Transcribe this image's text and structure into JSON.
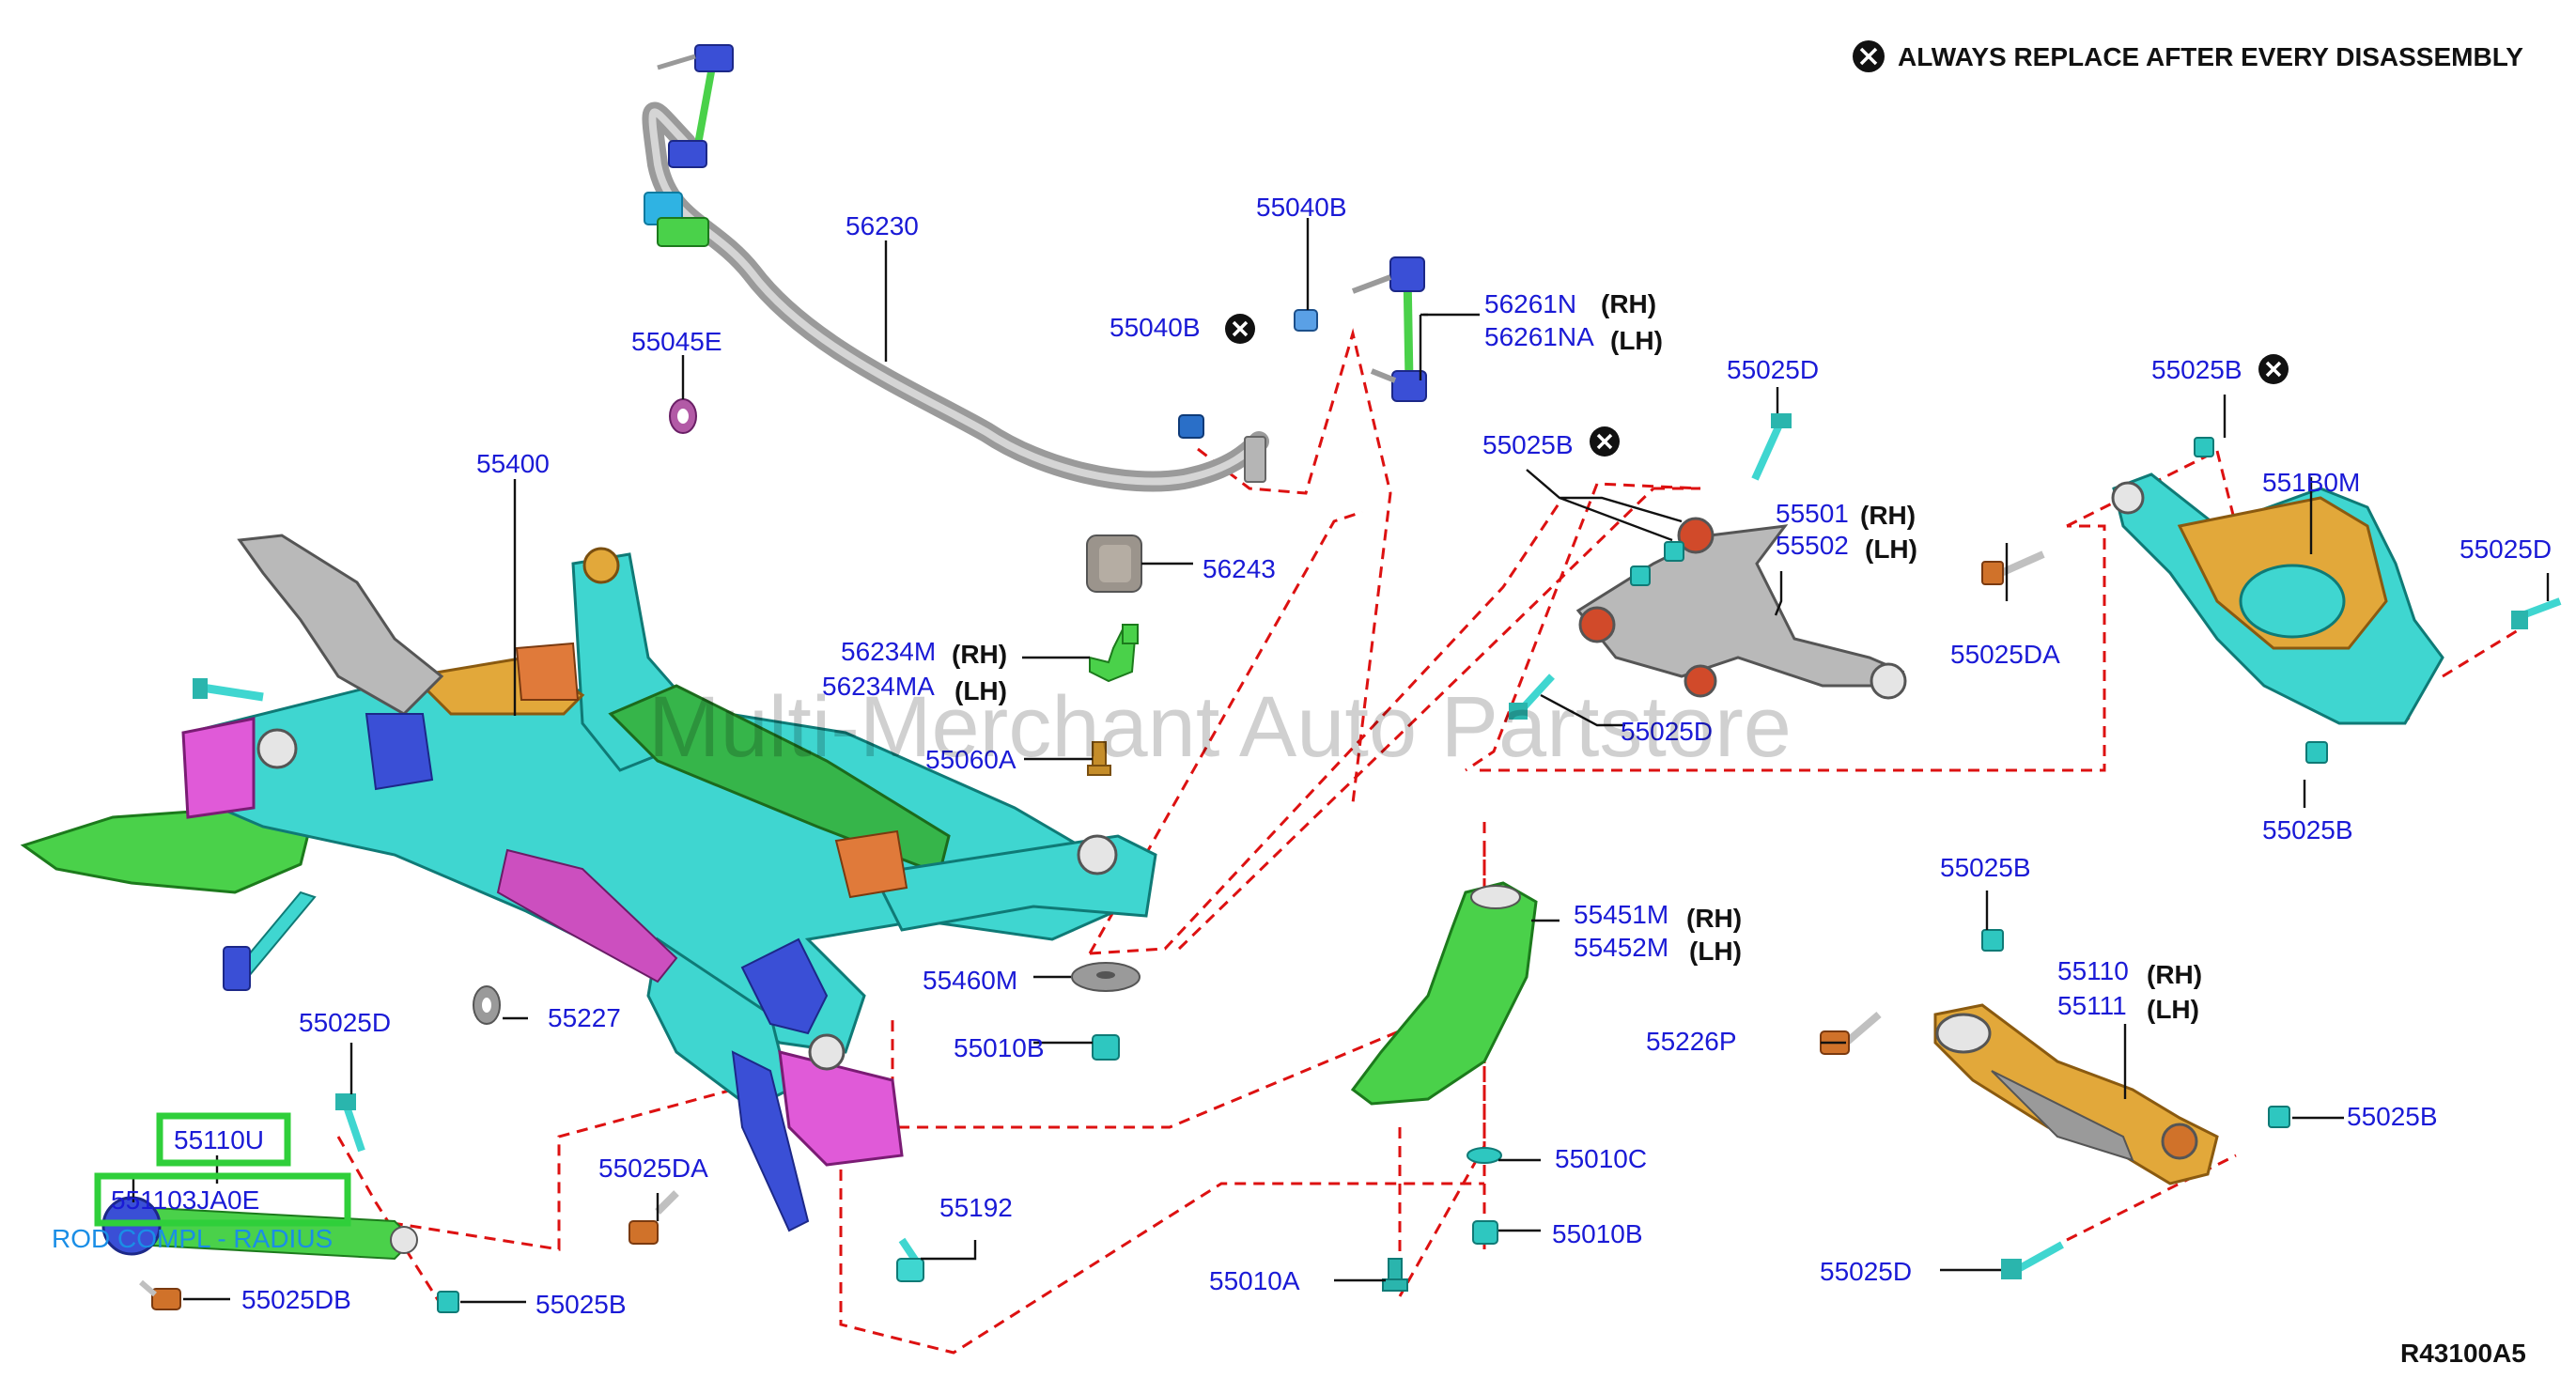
{
  "notice": {
    "icon": "x-circle-icon",
    "text": "ALWAYS REPLACE AFTER EVERY DISASSEMBLY"
  },
  "watermark": "Multi-Merchant Auto Partstore",
  "diagram_code": "R43100A5",
  "side_markers": {
    "rh": "(RH)",
    "lh": "(LH)"
  },
  "parts": {
    "p56230": "56230",
    "p55040B_top": "55040B",
    "p55040B_mid": "55040B",
    "p56261N": "56261N",
    "p56261NA": "56261NA",
    "p55045E": "55045E",
    "p55025D_top": "55025D",
    "p55025B_top": "55025B",
    "p55025B_arm": "55025B",
    "p551B0M": "551B0M",
    "p55025D_right": "55025D",
    "p55501": "55501",
    "p55502": "55502",
    "p55400": "55400",
    "p56243": "56243",
    "p56234M": "56234M",
    "p56234MA": "56234MA",
    "p55025DA_right": "55025DA",
    "p55025D_mid": "55025D",
    "p55060A": "55060A",
    "p55025B_right": "55025B",
    "p55025B_center": "55025B",
    "p55451M": "55451M",
    "p55452M": "55452M",
    "p55460M": "55460M",
    "p55110": "55110",
    "p55111": "55111",
    "p55025D_left": "55025D",
    "p55227": "55227",
    "p55010B_mid": "55010B",
    "p55226P": "55226P",
    "p55110U": "55110U",
    "p55110_3JA0E": "551103JA0E",
    "rod_compl": "ROD COMPL - RADIUS",
    "p55025DA_left": "55025DA",
    "p55192": "55192",
    "p55010C": "55010C",
    "p55025B_lower_right": "55025B",
    "p55010B_low": "55010B",
    "p55025DB": "55025DB",
    "p55025B_bottom": "55025B",
    "p55010A": "55010A",
    "p55025D_bottom": "55025D"
  },
  "colors": {
    "label_blue": "#1a1ad6",
    "replace_dash": "#d11111",
    "subframe_teal": "#3fd6d0",
    "link_green": "#3bd43b",
    "arm_gold": "#e2a83a",
    "bracket_magenta": "#e05ad8",
    "arm_grey": "#b9b9b9",
    "highlight_green": "#2fcf3a"
  }
}
